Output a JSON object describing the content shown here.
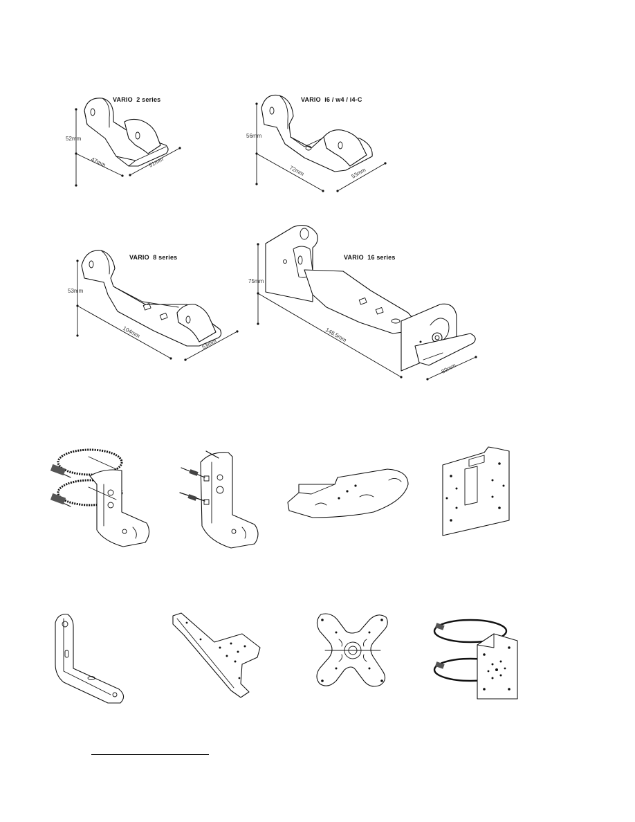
{
  "brackets": [
    {
      "title": "VARIO  2 series",
      "height": "52mm",
      "depth": "47mm",
      "width": "51mm"
    },
    {
      "title": "VARIO  i6 / w4 / i4-C",
      "height": "56mm",
      "depth": "72mm",
      "width": "53mm"
    },
    {
      "title": "VARIO  8 series",
      "height": "53mm",
      "depth": "104mm",
      "width": "53mm"
    },
    {
      "title": "VARIO  16 series",
      "height": "75mm",
      "depth": "148.5mm",
      "width": "80mm"
    }
  ],
  "accessories": [
    "pole-clamp-bracket-icon",
    "wall-anchor-bracket-icon",
    "curved-ceiling-plate-icon",
    "vesa-wall-plate-icon",
    "l-angle-bracket-icon",
    "t-arm-bracket-icon",
    "cross-adapter-plate-icon",
    "pole-band-plate-icon"
  ]
}
